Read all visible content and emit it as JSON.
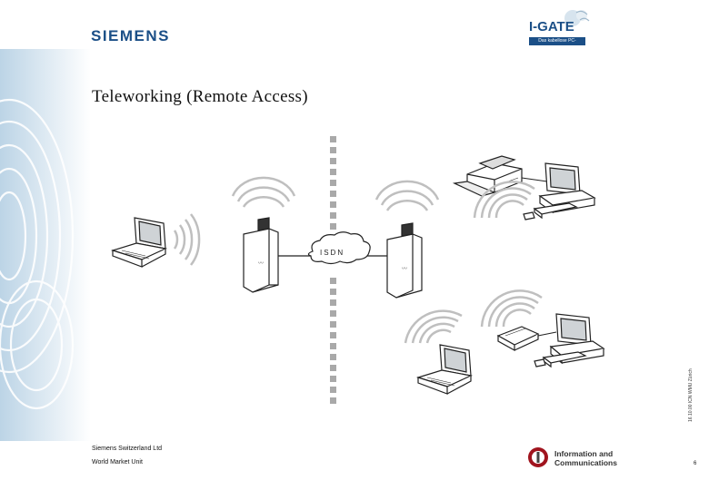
{
  "header": {
    "logo_text": "SIEMENS",
    "badge_title": "I-GATE",
    "badge_sub": "Das kabellose PC-Netzwerk"
  },
  "slide": {
    "title": "Teleworking (Remote Access)"
  },
  "diagram": {
    "cloud_label": "ISDN",
    "nodes": [
      "laptop-left",
      "base-station-left",
      "isdn-cloud",
      "base-station-right",
      "laptop-right",
      "desktop-top",
      "printer",
      "desktop-bottom",
      "scanner"
    ]
  },
  "footer": {
    "company": "Siemens Switzerland Ltd",
    "unit": "World Market Unit",
    "division_line1": "Information and",
    "division_line2": "Communications",
    "page_number": "6",
    "side_note": "16.10.00 ICN WMU Zürich"
  },
  "colors": {
    "brand_blue": "#1b4f87",
    "band_blue": "#d3e3ef",
    "waves": "#bfbfbf",
    "divider": "#a9a9a9"
  }
}
